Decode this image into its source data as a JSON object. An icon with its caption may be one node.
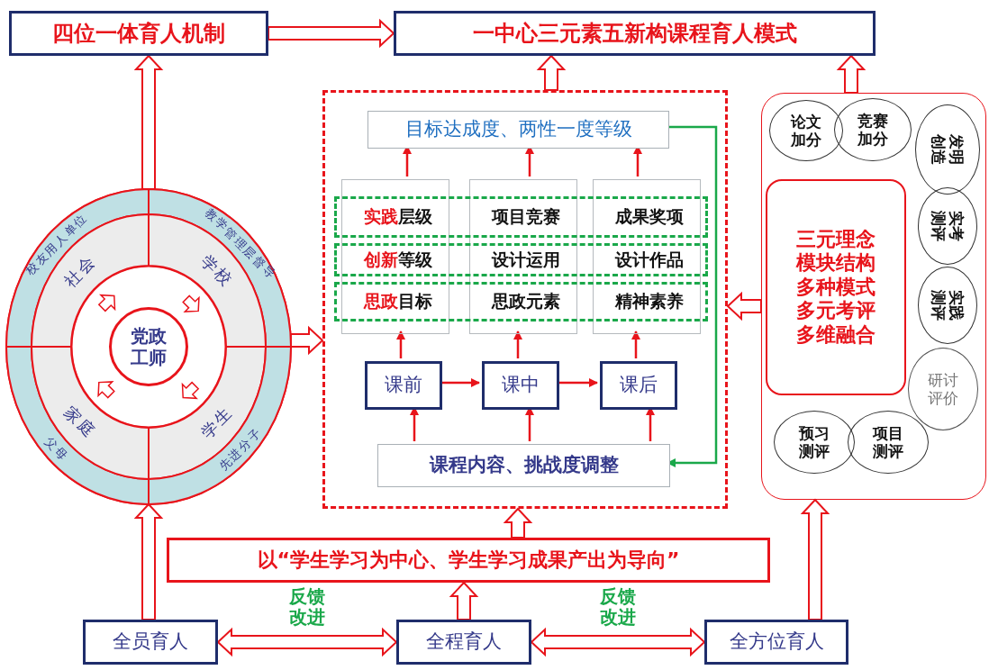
{
  "diagram": {
    "nodes": [
      {
        "text": [
          "四位一体育人机制"
        ]
      },
      {
        "text": [
          "一中心三元素五新构课程育人模式"
        ]
      },
      {
        "text": [],
        "shape": "circle"
      },
      {
        "text": [
          "校友用人单位"
        ],
        "in": 2
      },
      {
        "text": [
          "社会"
        ],
        "in": 2
      },
      {
        "text": [
          "教学管理层督导"
        ],
        "in": 2
      },
      {
        "text": [
          "学校"
        ],
        "in": 2
      },
      {
        "text": [
          "党政工师"
        ],
        "in": 2
      },
      {
        "text": [
          "父母"
        ],
        "in": 2
      },
      {
        "text": [
          "家庭"
        ],
        "in": 2
      },
      {
        "text": [
          "学生"
        ],
        "in": 2
      },
      {
        "text": [
          "先进分子"
        ],
        "in": 2
      },
      {
        "text": [],
        "shape": "box"
      },
      {
        "text": [
          "目标达成度、两性一度等级"
        ],
        "in": 12
      },
      {
        "text": [],
        "shape": "box",
        "in": 12
      },
      {
        "text": [],
        "shape": "box",
        "in": 12
      },
      {
        "text": [],
        "shape": "box",
        "in": 12
      },
      {
        "text": [
          "实践层级",
          "项目竞赛",
          "成果奖项"
        ],
        "in": 12
      },
      {
        "text": [
          "创新等级",
          "设计运用",
          "设计作品"
        ],
        "in": 12
      },
      {
        "text": [
          "思政目标",
          "思政元素",
          "精神素养"
        ],
        "in": 12
      },
      {
        "text": [
          "课前"
        ],
        "in": 12
      },
      {
        "text": [
          "课中"
        ],
        "in": 12
      },
      {
        "text": [
          "课后"
        ],
        "in": 12
      },
      {
        "text": [
          "课程内容、挑战度调整"
        ],
        "in": 12
      },
      {
        "text": [],
        "shape": "box"
      },
      {
        "text": [
          "论文加分"
        ],
        "in": 24
      },
      {
        "text": [
          "竞赛加分"
        ],
        "in": 24
      },
      {
        "text": [
          "发明创造"
        ],
        "in": 24
      },
      {
        "text": [
          "三元理念",
          "模块结构",
          "多种模式",
          "多元考评",
          "多维融合"
        ],
        "in": 24
      },
      {
        "text": [
          "实考测评"
        ],
        "in": 24
      },
      {
        "text": [
          "实践测评"
        ],
        "in": 24
      },
      {
        "text": [
          "研讨评价"
        ],
        "in": 24
      },
      {
        "text": [
          "预习测评"
        ],
        "in": 24
      },
      {
        "text": [
          "项目测评"
        ],
        "in": 24
      },
      {
        "text": [
          "以“学生学习为中心、学生学习成果产出为导向”"
        ]
      },
      {
        "text": [
          "全员育人"
        ]
      },
      {
        "text": [
          "全程育人"
        ]
      },
      {
        "text": [
          "全方位育人"
        ]
      }
    ],
    "edges": [
      {
        "from": 0,
        "to": 1,
        "arrow": "to",
        "style": "thick"
      },
      {
        "from": 12,
        "to": 1,
        "arrow": "to",
        "style": "thick"
      },
      {
        "from": 24,
        "to": 1,
        "arrow": "to",
        "style": "thick"
      },
      {
        "from": 2,
        "to": 0,
        "arrow": "to",
        "style": "thick"
      },
      {
        "from": 2,
        "to": 12,
        "arrow": "to",
        "style": "thick"
      },
      {
        "from": 24,
        "to": 12,
        "arrow": "to",
        "style": "thick"
      },
      {
        "from": 34,
        "to": 12,
        "arrow": "to",
        "style": "thick"
      },
      {
        "from": 35,
        "to": 2,
        "arrow": "to",
        "style": "thick"
      },
      {
        "from": 37,
        "to": 24,
        "arrow": "to",
        "style": "thick"
      },
      {
        "from": 36,
        "to": 34,
        "arrow": "to",
        "style": "thick"
      },
      {
        "from": 35,
        "to": 36,
        "arrow": "both",
        "style": "thick",
        "label": "反馈改进"
      },
      {
        "from": 36,
        "to": 37,
        "arrow": "both",
        "style": "thick",
        "label": "反馈改进"
      },
      {
        "from": 20,
        "to": 14,
        "arrow": "to"
      },
      {
        "from": 21,
        "to": 15,
        "arrow": "to"
      },
      {
        "from": 22,
        "to": 16,
        "arrow": "to"
      },
      {
        "from": 14,
        "to": 13,
        "arrow": "to"
      },
      {
        "from": 15,
        "to": 13,
        "arrow": "to"
      },
      {
        "from": 16,
        "to": 13,
        "arrow": "to"
      },
      {
        "from": 23,
        "to": 20,
        "arrow": "to"
      },
      {
        "from": 23,
        "to": 21,
        "arrow": "to"
      },
      {
        "from": 23,
        "to": 22,
        "arrow": "to"
      },
      {
        "from": 20,
        "to": 21,
        "arrow": "to"
      },
      {
        "from": 21,
        "to": 22,
        "arrow": "to"
      },
      {
        "from": 13,
        "to": 23,
        "arrow": "to",
        "color": "#1aa84a"
      }
    ]
  }
}
